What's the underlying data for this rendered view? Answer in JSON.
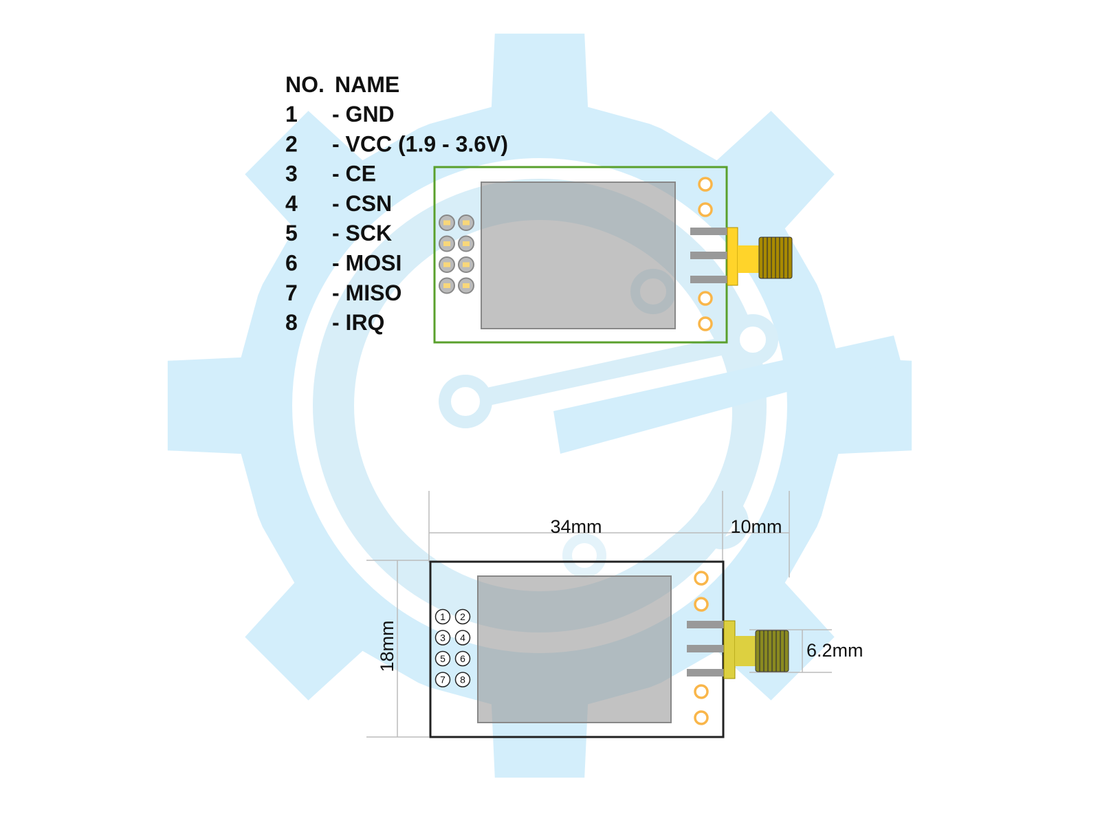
{
  "pinout": {
    "header": {
      "no": "NO.",
      "name": "NAME"
    },
    "pins": [
      {
        "no": "1",
        "name": "- GND"
      },
      {
        "no": "2",
        "name": "- VCC (1.9 - 3.6V)"
      },
      {
        "no": "3",
        "name": "- CE"
      },
      {
        "no": "4",
        "name": "- CSN"
      },
      {
        "no": "5",
        "name": "- SCK"
      },
      {
        "no": "6",
        "name": "- MOSI"
      },
      {
        "no": "7",
        "name": "- MISO"
      },
      {
        "no": "8",
        "name": "- IRQ"
      }
    ]
  },
  "dimensions": {
    "length": "34mm",
    "antenna_length": "10mm",
    "width": "18mm",
    "connector_height": "6.2mm"
  },
  "pad_numbers": [
    "1",
    "2",
    "3",
    "4",
    "5",
    "6",
    "7",
    "8"
  ],
  "colors": {
    "watermark": "#cdebfa",
    "pcb_outline_top": "#5aa02c",
    "pcb_outline_bottom": "#222222",
    "chip": "#bcbcbc",
    "pad_ring": "#f9b64a",
    "connector": "#ffd42a",
    "connector_thread": "#a88a00"
  }
}
